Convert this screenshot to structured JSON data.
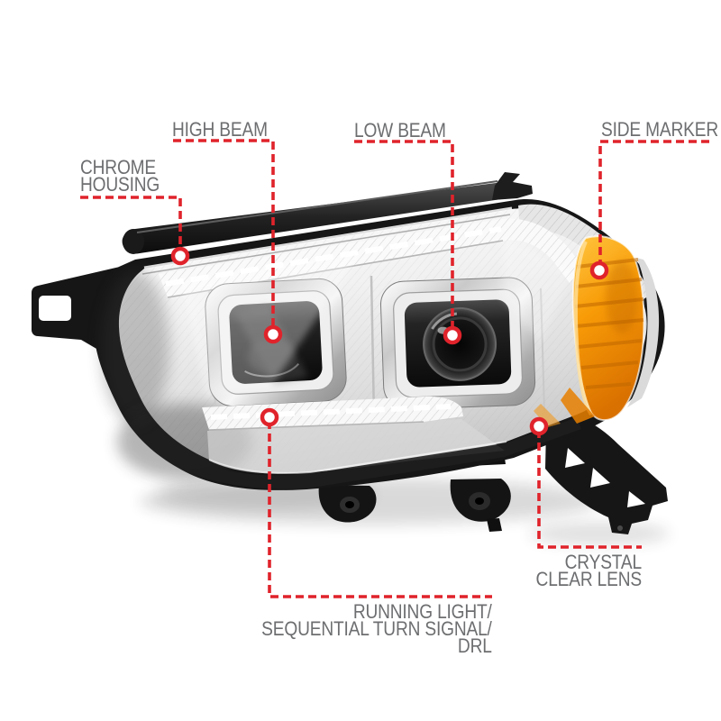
{
  "figure": {
    "description": "Chrome housing projector headlight with six annotated feature callouts"
  },
  "colors": {
    "background": "#ffffff",
    "callout_red": "#e0232b",
    "label_gray": "#6d6e70",
    "amber": "#f89b07",
    "chrome_light": "#f2f2f2",
    "black_trim": "#161616"
  },
  "callouts": [
    {
      "id": "chrome-housing",
      "lines": [
        "CHROME",
        "HOUSING"
      ]
    },
    {
      "id": "high-beam",
      "lines": [
        "HIGH BEAM"
      ]
    },
    {
      "id": "low-beam",
      "lines": [
        "LOW BEAM"
      ]
    },
    {
      "id": "side-marker",
      "lines": [
        "SIDE MARKER"
      ]
    },
    {
      "id": "crystal-clear-lens",
      "lines": [
        "CRYSTAL",
        "CLEAR LENS"
      ]
    },
    {
      "id": "running-light-drl",
      "lines": [
        "RUNNING LIGHT/",
        "SEQUENTIAL TURN SIGNAL/",
        "DRL"
      ]
    }
  ]
}
